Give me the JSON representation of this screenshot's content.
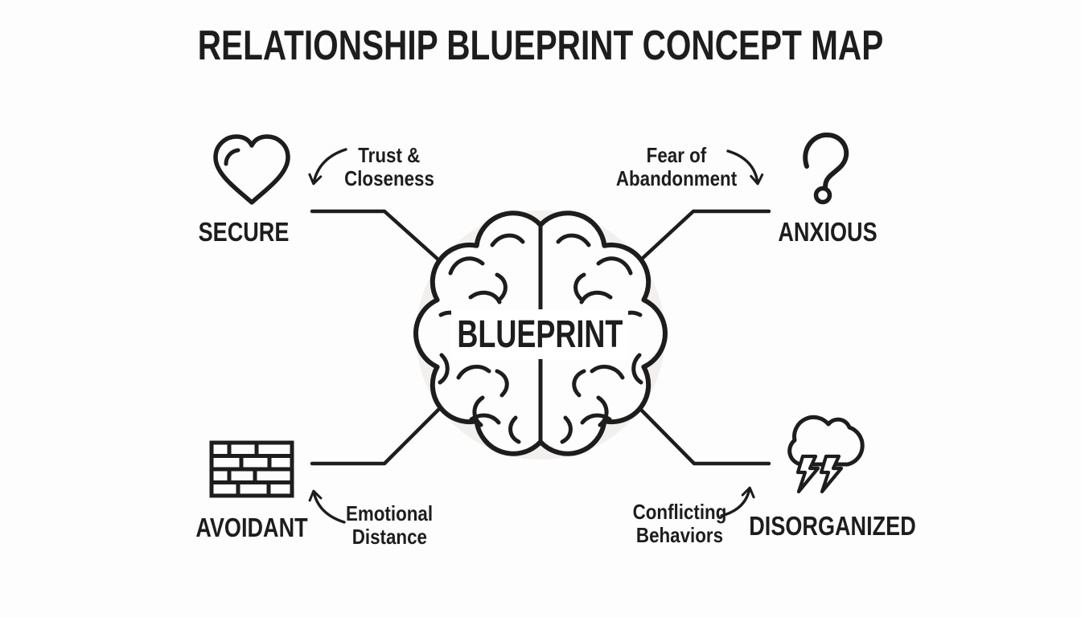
{
  "title": "RELATIONSHIP BLUEPRINT CONCEPT MAP",
  "center": {
    "label": "BLUEPRINT",
    "icon": "brain-icon"
  },
  "nodes": [
    {
      "id": "secure",
      "label": "SECURE",
      "icon": "heart-icon",
      "position": "top-left",
      "connection_label": [
        "Trust &",
        "Closeness"
      ]
    },
    {
      "id": "anxious",
      "label": "ANXIOUS",
      "icon": "question-mark-icon",
      "position": "top-right",
      "connection_label": [
        "Fear of",
        "Abandonment"
      ]
    },
    {
      "id": "avoidant",
      "label": "AVOIDANT",
      "icon": "brick-wall-icon",
      "position": "bottom-left",
      "connection_label": [
        "Emotional",
        "Distance"
      ]
    },
    {
      "id": "disorganized",
      "label": "DISORGANIZED",
      "icon": "storm-cloud-icon",
      "position": "bottom-right",
      "connection_label": [
        "Conflicting",
        "Behaviors"
      ]
    }
  ],
  "colors": {
    "ink": "#1d1d1d",
    "circle_fill": "#f1f0ee",
    "background": "#fdfdfd",
    "label_box": "#ffffff"
  }
}
